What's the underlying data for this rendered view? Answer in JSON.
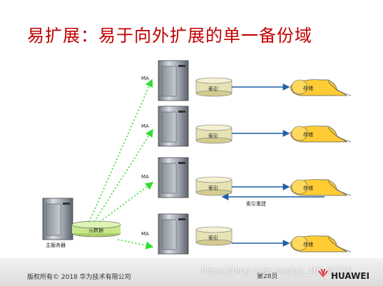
{
  "slide": {
    "title": "易扩展：易于向外扩展的单一备份域",
    "footer_copyright": "版权所有© 2018 华为技术有限公司",
    "footer_page": "第28页",
    "brand": "HUAWEI",
    "watermark": "https://blog.csdn.net/qq_40144736"
  },
  "diagram": {
    "main_server_label": "主服务器",
    "metadata_label": "元数据",
    "ma_label": "MA",
    "index_label": "索引",
    "storage_label": "存储",
    "rebuild_label": "索引重建",
    "colors": {
      "title_red": "#c00000",
      "arrow_green": "#33dd33",
      "arrow_blue": "#1f5fa8",
      "index_fill": "#e7e2b4",
      "storage_fill": "#ffcc33",
      "metadata_fill": "#c8e88a"
    }
  }
}
